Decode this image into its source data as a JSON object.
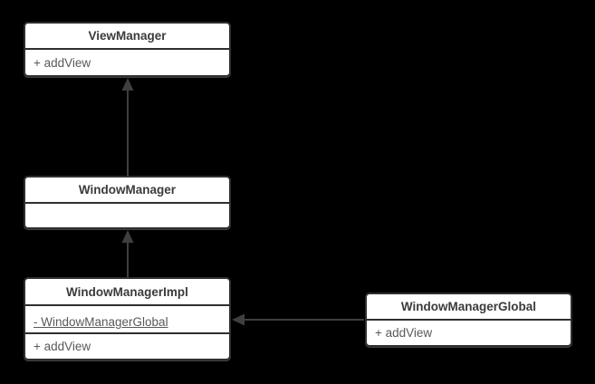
{
  "diagram": {
    "type": "uml-class-diagram",
    "background_color": "#000000",
    "node_fill_color": "#ffffff",
    "node_border_color": "#2f2f2f",
    "title_text_color": "#3b3b3b",
    "member_text_color": "#595959",
    "edge_color": "#3f3f3f",
    "classes": [
      {
        "name": "ViewManager",
        "attributes": [],
        "methods": [
          "+ addView"
        ]
      },
      {
        "name": "WindowManager",
        "attributes": [],
        "methods": []
      },
      {
        "name": "WindowManagerImpl",
        "attributes": [
          "- WindowManagerGlobal"
        ],
        "methods": [
          "+ addView"
        ]
      },
      {
        "name": "WindowManagerGlobal",
        "attributes": [],
        "methods": [
          "+ addView"
        ]
      }
    ],
    "relations": [
      {
        "from": "WindowManager",
        "to": "ViewManager",
        "type": "generalization",
        "arrowhead": "filled-triangle-up"
      },
      {
        "from": "WindowManagerImpl",
        "to": "WindowManager",
        "type": "generalization",
        "arrowhead": "filled-triangle-up"
      },
      {
        "from": "WindowManagerGlobal",
        "to": "WindowManagerImpl",
        "type": "directed-association",
        "arrowhead": "filled-triangle-left"
      }
    ]
  }
}
